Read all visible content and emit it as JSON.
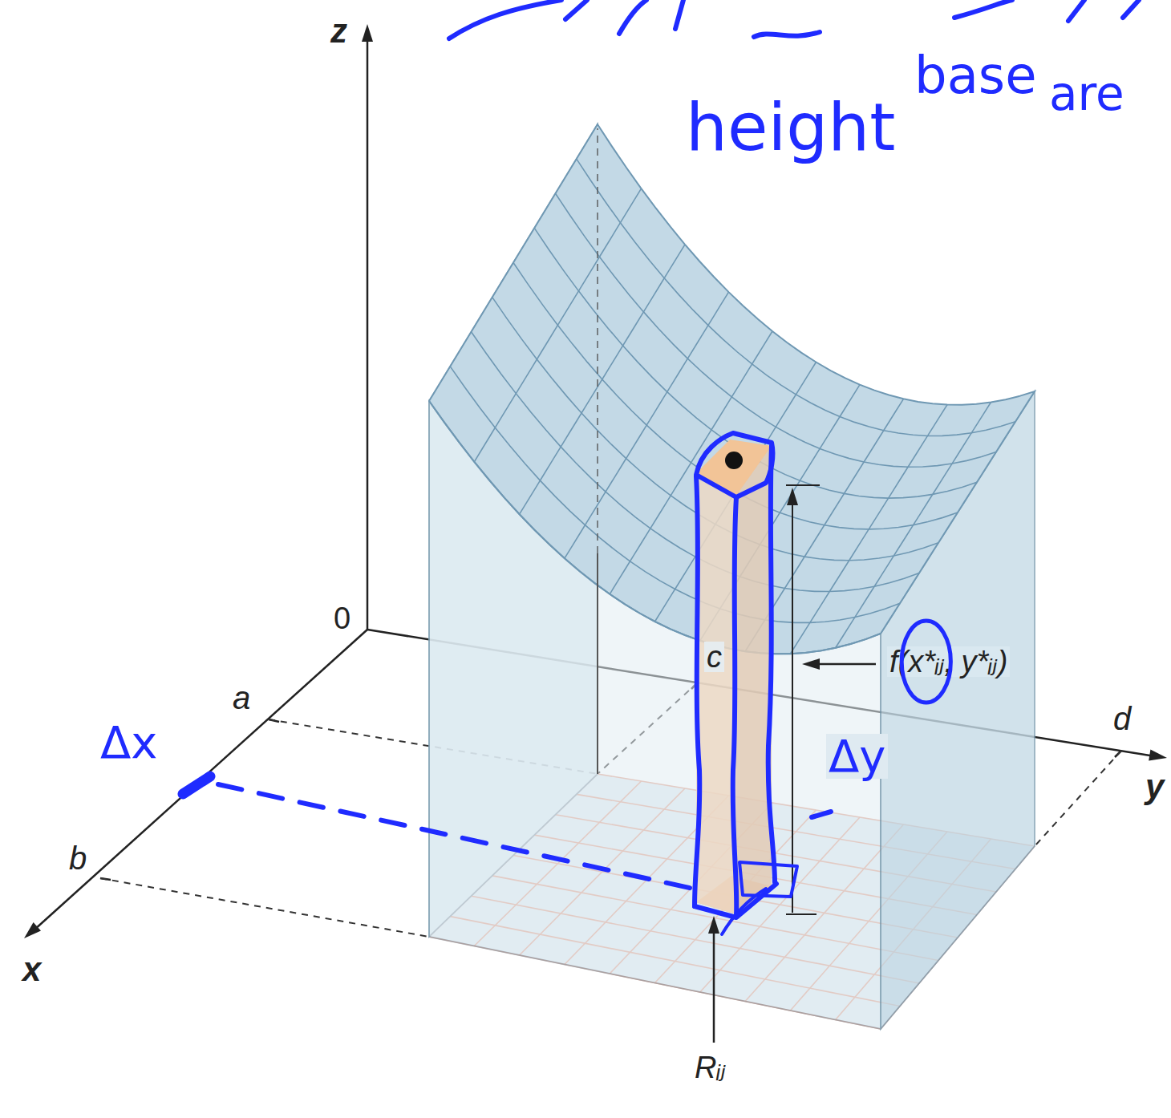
{
  "diagram": {
    "labels": [
      "z",
      "0",
      "a",
      "b",
      "x",
      "c",
      "d",
      "y",
      "f(x*ᵢⱼ, y*ᵢⱼ)",
      "Rᵢⱼ",
      "Δx",
      "Δy",
      "height",
      "base",
      "are"
    ]
  }
}
